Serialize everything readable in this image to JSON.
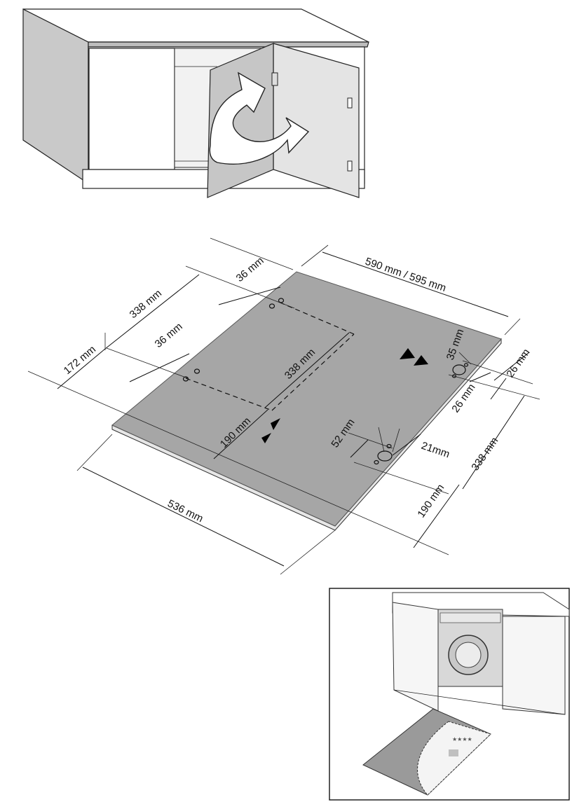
{
  "cabinet": {
    "arrow_meaning": "open-door-arrow"
  },
  "template": {
    "dimensions": {
      "width_top": "590 mm / 595 mm",
      "depth_left": "536 mm",
      "left_outer": "172 mm",
      "left_pitch": "338 mm",
      "hole_top": "36 mm",
      "hole_mid": "36 mm",
      "inner_pitch": "338 mm",
      "inner_depth": "190 mm",
      "right_hole": "35 mm",
      "right_a": "26 mm",
      "right_b": "26 mm",
      "right_pitch": "338 mm",
      "right_depth": "190 mm",
      "center_a": "52 mm",
      "center_b": "21mm"
    }
  },
  "inset": {
    "appliance": "washing-machine",
    "stars": "★★★★"
  }
}
